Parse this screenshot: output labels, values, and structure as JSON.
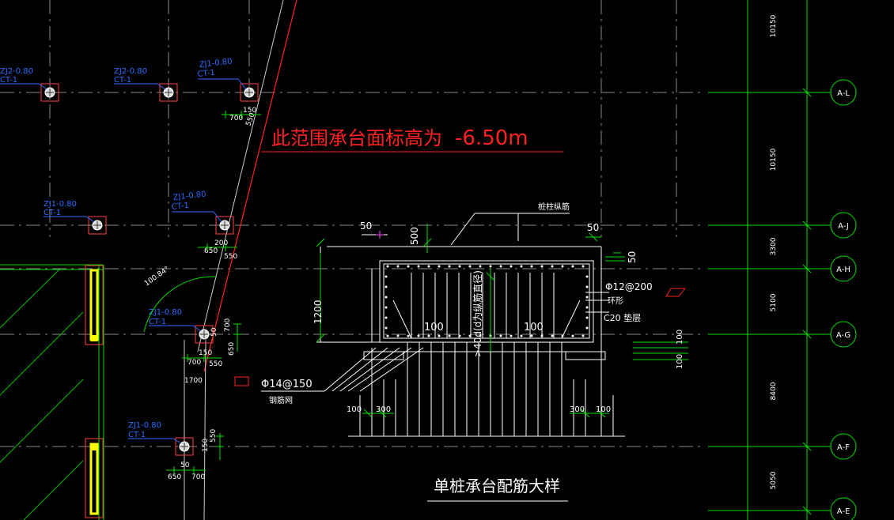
{
  "drawing": {
    "banner_text": "此范围承台面标高为",
    "banner_level": "-6.50m",
    "detail_title": "单桩承台配筋大样",
    "colors": {
      "axis": "#00e000",
      "grid": "#8a8a8a",
      "red": "#ff2020",
      "label": "#2a6dff",
      "dim": "#ffffff",
      "pile": "#ff4040",
      "wall": "#ffff00"
    }
  },
  "axes": [
    {
      "id": "A-L"
    },
    {
      "id": "A-J"
    },
    {
      "id": "A-H"
    },
    {
      "id": "A-G"
    },
    {
      "id": "A-F"
    },
    {
      "id": "A-E"
    }
  ],
  "axis_dims": [
    "10150",
    "10150",
    "3300",
    "5100",
    "8400",
    "5050"
  ],
  "pile_tags": [
    {
      "code": "ZJ2-0.80",
      "type": "CT-1"
    },
    {
      "code": "ZJ2-0.80",
      "type": "CT-1"
    },
    {
      "code": "ZJ1-0.80",
      "type": "CT-1"
    },
    {
      "code": "ZJ1-0.80",
      "type": "CT-1"
    },
    {
      "code": "ZJ1-0.80",
      "type": "CT-1"
    },
    {
      "code": "ZJ1-0.80",
      "type": "CT-1"
    },
    {
      "code": "ZJ1-0.80",
      "type": "CT-1"
    }
  ],
  "plan_dims": {
    "p3": [
      "150",
      "700",
      "550"
    ],
    "p4": [
      "200",
      "650",
      "550"
    ],
    "p5": [
      "50",
      "700",
      "650",
      "150",
      "700",
      "550",
      "1700"
    ],
    "p6": [
      "550",
      "150",
      "50",
      "650",
      "700"
    ],
    "angle": "100.84°"
  },
  "detail": {
    "dim_50_left": "50",
    "dim_500": "500",
    "dim_1200": "1200",
    "dim_50_right": "50",
    "dim_50_right2": "50",
    "label_top": "桩柱纵筋",
    "stirrup": "Φ12@200",
    "stirrup_type": "环形",
    "cushion": "C20 垫层",
    "dim_100_a": "100",
    "dim_100_b": "100",
    "anchor": ">40d(d为纵筋直径)",
    "bottom_bar": "Φ14@150",
    "bottom_bar_note": "钢筋网",
    "bot_left_100": "100",
    "bot_left_300": "300",
    "bot_right_300": "300",
    "bot_right_100": "100",
    "right_100_a": "100",
    "right_100_b": "100"
  }
}
